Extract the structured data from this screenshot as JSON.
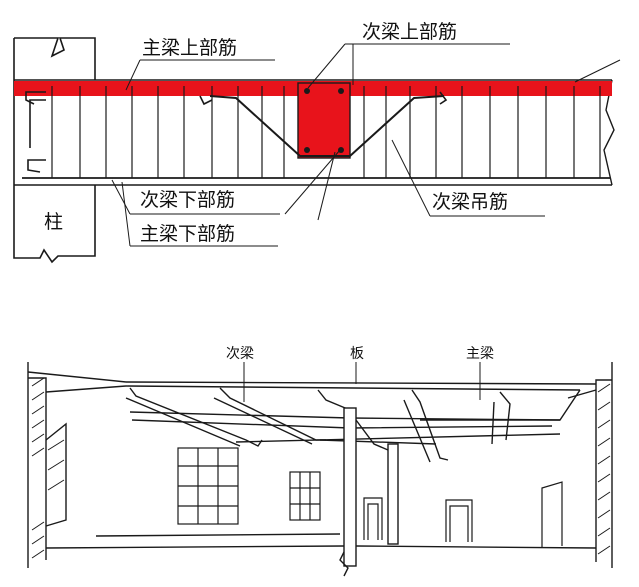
{
  "top_diagram": {
    "labels": {
      "main_beam_top_rebar": "主梁上部筋",
      "secondary_beam_top_rebar": "次梁上部筋",
      "secondary_beam_bottom_rebar": "次梁下部筋",
      "main_beam_bottom_rebar": "主梁下部筋",
      "hanger_rebar": "次梁吊筋",
      "column": "柱"
    },
    "highlight_color": "#e8131b"
  },
  "bottom_diagram": {
    "labels": {
      "secondary_beam": "次梁",
      "slab": "板",
      "main_beam": "主梁"
    }
  }
}
